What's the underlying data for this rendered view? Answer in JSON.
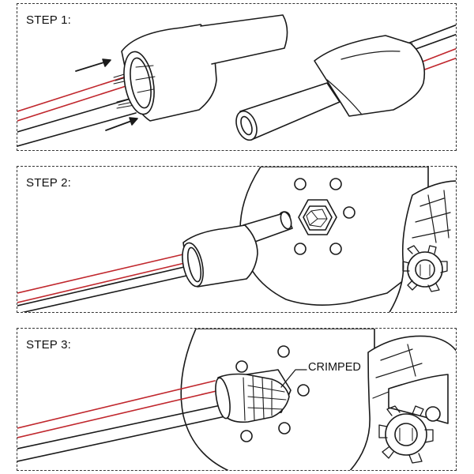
{
  "steps": [
    {
      "label": "STEP 1:"
    },
    {
      "label": "STEP 2:"
    },
    {
      "label": "STEP 3:",
      "callout": "CRIMPED"
    }
  ],
  "colors": {
    "wire_red": "#c0272d",
    "line": "#1a1a1a",
    "border": "#333333"
  }
}
